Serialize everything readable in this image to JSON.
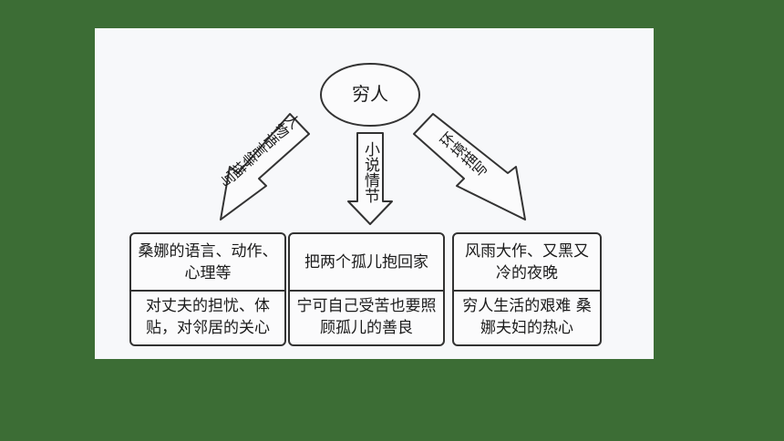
{
  "center": "穷人",
  "branches": {
    "left": "人物语言等描写",
    "middle": "小说情节",
    "right": "环境描写"
  },
  "cards": [
    {
      "top": "桑娜的语言、动作、心理等",
      "bottom": "对丈夫的担忧、体贴，对邻居的关心"
    },
    {
      "top": "把两个孤儿抱回家",
      "bottom": "宁可自己受苦也要照顾孤儿的善良"
    },
    {
      "top": "风雨大作、又黑又冷的夜晚",
      "bottom": "穷人生活的艰难 桑娜夫妇的热心"
    }
  ],
  "colors": {
    "background": "#3c6d35",
    "panel": "#f7f8fa",
    "stroke": "#333333"
  }
}
